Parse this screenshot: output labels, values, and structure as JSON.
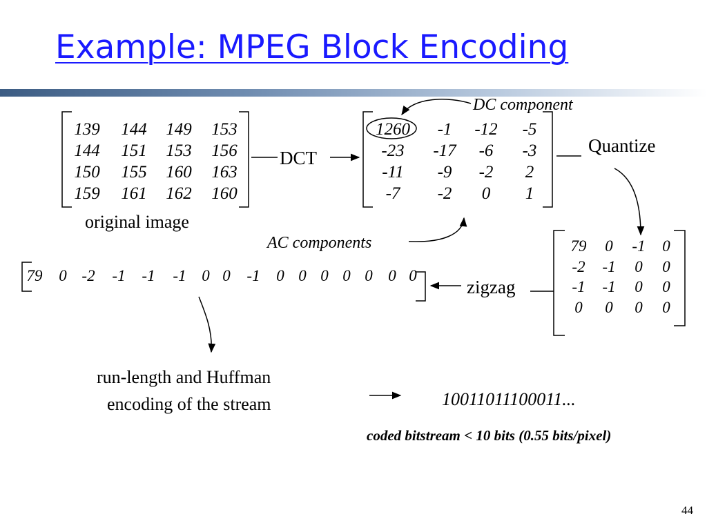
{
  "title": "Example: MPEG Block Encoding",
  "original_matrix": [
    [
      "139",
      "144",
      "149",
      "153"
    ],
    [
      "144",
      "151",
      "153",
      "156"
    ],
    [
      "150",
      "155",
      "160",
      "163"
    ],
    [
      "159",
      "161",
      "162",
      "160"
    ]
  ],
  "original_label": "original image",
  "dct_label": "DCT",
  "dct_matrix": [
    [
      "1260",
      "-1",
      "-12",
      "-5"
    ],
    [
      "-23",
      "-17",
      "-6",
      "-3"
    ],
    [
      "-11",
      "-9",
      "-2",
      "2"
    ],
    [
      "-7",
      "-2",
      "0",
      "1"
    ]
  ],
  "dc_component_label": "DC component",
  "ac_components_label": "AC components",
  "quantize_label": "Quantize",
  "quantized_matrix": [
    [
      "79",
      "0",
      "-1",
      "0"
    ],
    [
      "-2",
      "-1",
      "0",
      "0"
    ],
    [
      "-1",
      "-1",
      "0",
      "0"
    ],
    [
      "0",
      "0",
      "0",
      "0"
    ]
  ],
  "zigzag_label": "zigzag",
  "zigzag_stream": [
    "79",
    "0",
    "-2",
    "-1",
    "-1",
    "-1",
    "0",
    "0",
    "-1",
    "0",
    "0",
    "0",
    "0",
    "0",
    "0",
    "0"
  ],
  "rle_label_line1": "run-length and Huffman",
  "rle_label_line2": "encoding of the stream",
  "bitstream": "10011011100011...",
  "bitstream_note": "coded bitstream < 10 bits (0.55 bits/pixel)",
  "page_number": "44"
}
